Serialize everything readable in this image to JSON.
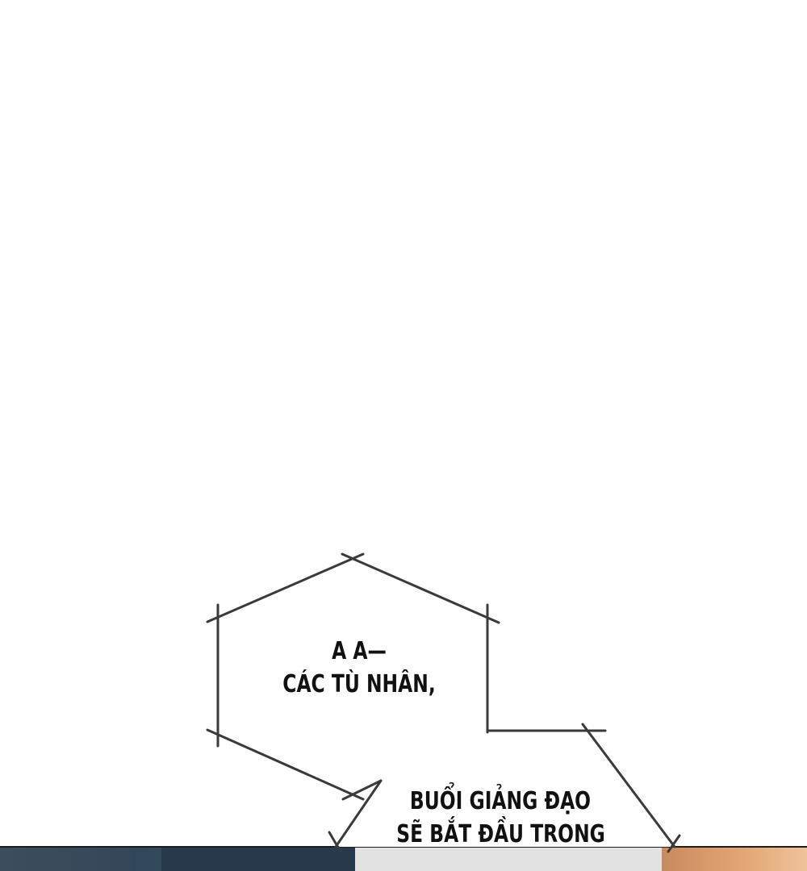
{
  "bubbles": [
    {
      "lines": [
        "A A—",
        "CÁC TÙ NHÂN,"
      ]
    },
    {
      "lines": [
        "BUỔI GIẢNG ĐẠO",
        "SẼ BẮT ĐẦU TRONG"
      ]
    }
  ],
  "colors": {
    "background": "#ffffff",
    "bubble_stroke": "#3a3a3a",
    "text": "#111111",
    "strip_dark": "#2f4150",
    "strip_light": "#dcdcdc",
    "strip_warm": "#d99a6c"
  }
}
